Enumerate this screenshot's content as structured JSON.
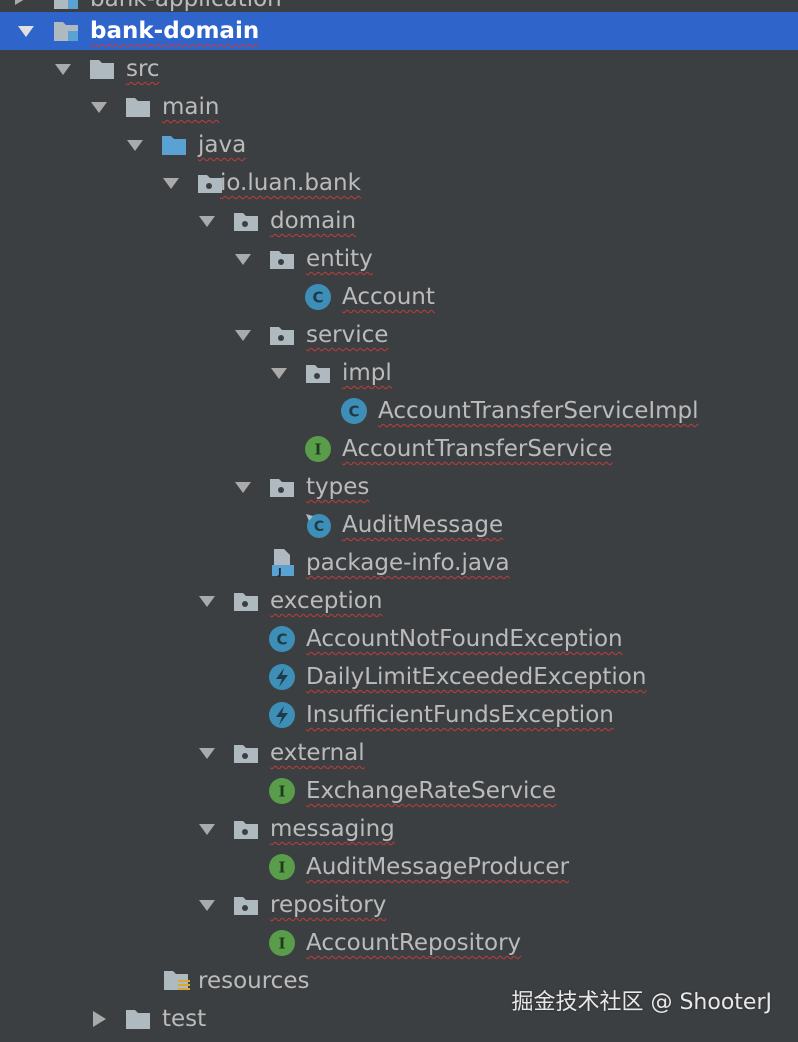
{
  "colors": {
    "background": "#3c3f41",
    "selection": "#2f65ca",
    "text": "#bbbbbb",
    "selected_text": "#ffffff",
    "folder_gray": "#aeb9c0",
    "folder_blue": "#5aa2d4",
    "class_icon": "#3d8fb7",
    "interface_icon": "#599c4a",
    "exception_icon": "#3d8fb7",
    "spelling_underline": "#c23b3b"
  },
  "tree": {
    "cut_top_label": "bank-application",
    "nodes": [
      {
        "label": "bank-domain",
        "icon": "module-folder-icon",
        "expanded": true,
        "selected": true
      },
      {
        "label": "src",
        "icon": "folder-icon",
        "expanded": true
      },
      {
        "label": "main",
        "icon": "folder-icon",
        "expanded": true
      },
      {
        "label": "java",
        "icon": "source-folder-icon",
        "expanded": true
      },
      {
        "label": "io.luan.bank",
        "icon": "package-icon",
        "expanded": true
      },
      {
        "label": "domain",
        "icon": "package-icon",
        "expanded": true
      },
      {
        "label": "entity",
        "icon": "package-icon",
        "expanded": true
      },
      {
        "label": "Account",
        "icon": "class-icon",
        "letter": "C"
      },
      {
        "label": "service",
        "icon": "package-icon",
        "expanded": true
      },
      {
        "label": "impl",
        "icon": "package-icon",
        "expanded": true
      },
      {
        "label": "AccountTransferServiceImpl",
        "icon": "class-icon",
        "letter": "C"
      },
      {
        "label": "AccountTransferService",
        "icon": "interface-icon",
        "letter": "I"
      },
      {
        "label": "types",
        "icon": "package-icon",
        "expanded": true
      },
      {
        "label": "AuditMessage",
        "icon": "annotated-class-icon",
        "letter": "C"
      },
      {
        "label": "package-info.java",
        "icon": "java-file-icon",
        "letter": "J"
      },
      {
        "label": "exception",
        "icon": "package-icon",
        "expanded": true
      },
      {
        "label": "AccountNotFoundException",
        "icon": "class-icon",
        "letter": "C"
      },
      {
        "label": "DailyLimitExceededException",
        "icon": "exception-icon"
      },
      {
        "label": "InsufficientFundsException",
        "icon": "exception-icon"
      },
      {
        "label": "external",
        "icon": "package-icon",
        "expanded": true
      },
      {
        "label": "ExchangeRateService",
        "icon": "interface-icon",
        "letter": "I"
      },
      {
        "label": "messaging",
        "icon": "package-icon",
        "expanded": true
      },
      {
        "label": "AuditMessageProducer",
        "icon": "interface-icon",
        "letter": "I"
      },
      {
        "label": "repository",
        "icon": "package-icon",
        "expanded": true
      },
      {
        "label": "AccountRepository",
        "icon": "interface-icon",
        "letter": "I"
      },
      {
        "label": "resources",
        "icon": "resources-folder-icon"
      },
      {
        "label": "test",
        "icon": "folder-icon",
        "expanded": false
      }
    ]
  },
  "watermark": "掘金技术社区 @ ShooterJ"
}
